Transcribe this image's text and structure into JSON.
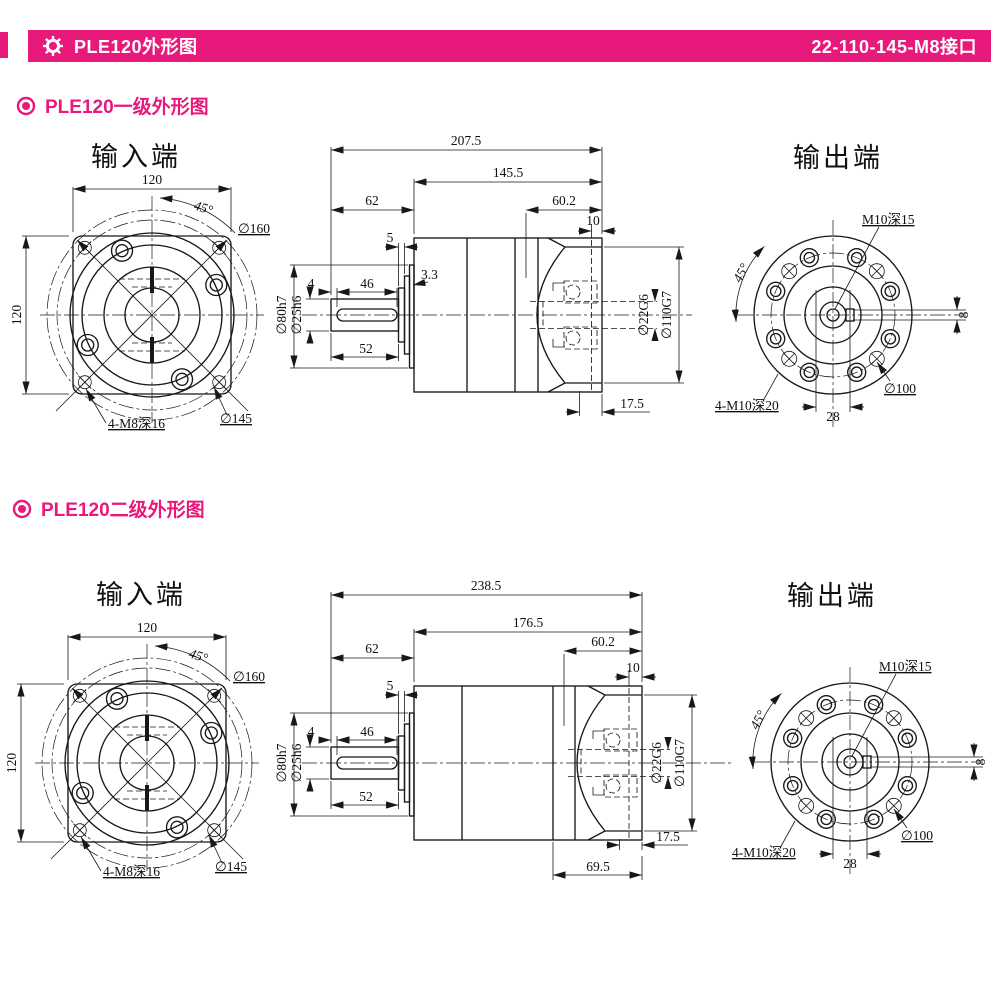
{
  "colors": {
    "accent": "#E7197B",
    "line": "#181818"
  },
  "header": {
    "title": "PLE120外形图",
    "interface": "22-110-145-M8接口"
  },
  "sections": [
    {
      "heading": "PLE120一级外形图",
      "input": {
        "title": "输入端",
        "width": "120",
        "height": "120",
        "angle": "45°",
        "max_dia": "∅160",
        "bolt_circle": "∅145",
        "corner_holes": "4-M8深16"
      },
      "side": {
        "total": "207.5",
        "body": "145.5",
        "shaft": "62",
        "flange": "60.2",
        "lip": "10",
        "spacer": "5",
        "boss": "3.3",
        "key_offset": "4",
        "key_len": "46",
        "key_total": "52",
        "shaft_dia": "∅25h6",
        "pilot_dia": "∅80h7",
        "bore_dia": "∅22G6",
        "spigot_dia": "∅110G7",
        "flange_depth": "17.5"
      },
      "output": {
        "title": "输出端",
        "center_tap": "M10深15",
        "angle": "45°",
        "face_holes": "4-M10深20",
        "bolt_circle": "∅100",
        "key_width": "28",
        "key_height": "8"
      }
    },
    {
      "heading": "PLE120二级外形图",
      "input": {
        "title": "输入端",
        "width": "120",
        "height": "120",
        "angle": "45°",
        "max_dia": "∅160",
        "bolt_circle": "∅145",
        "corner_holes": "4-M8深16"
      },
      "side": {
        "total": "238.5",
        "body": "176.5",
        "shaft": "62",
        "flange": "60.2",
        "lip": "10",
        "spacer": "5",
        "key_offset": "4",
        "key_len": "46",
        "key_total": "52",
        "shaft_dia": "∅25h6",
        "pilot_dia": "∅80h7",
        "bore_dia": "∅22G6",
        "spigot_dia": "∅110G7",
        "flange_depth": "17.5",
        "stage_len": "69.5"
      },
      "output": {
        "title": "输出端",
        "center_tap": "M10深15",
        "angle": "45°",
        "face_holes": "4-M10深20",
        "bolt_circle": "∅100",
        "key_width": "28",
        "key_height": "8"
      }
    }
  ]
}
